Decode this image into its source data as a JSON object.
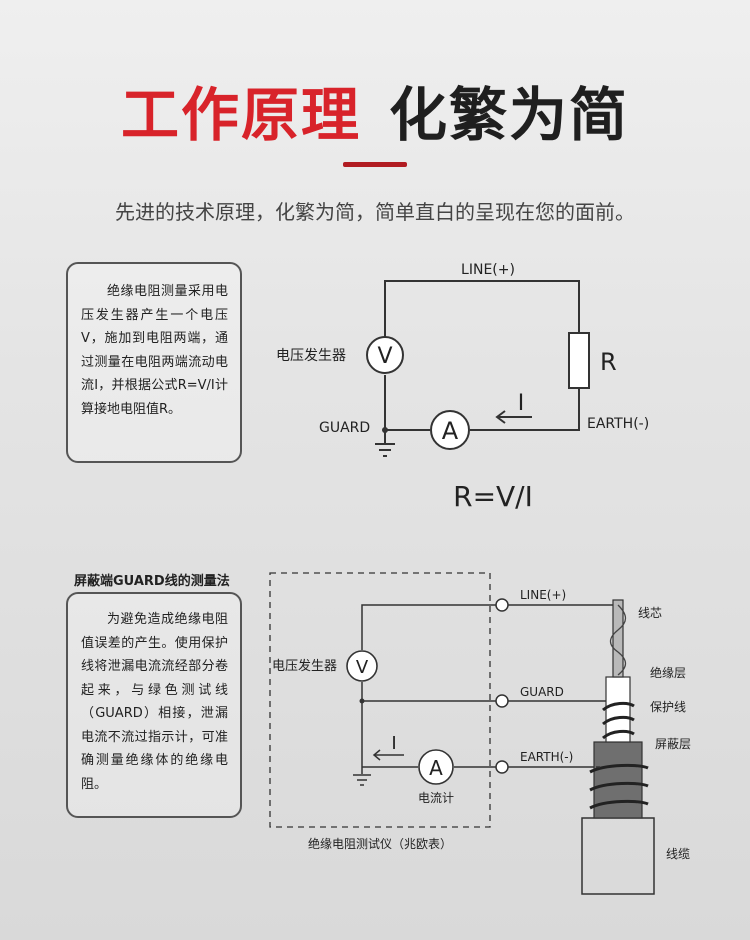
{
  "header": {
    "title_red": "工作原理",
    "title_dark": "化繁为简",
    "subtitle": "先进的技术原理，化繁为简，简单直白的呈现在您的面前。"
  },
  "principle": {
    "description": "绝缘电阻测量采用电压发生器产生一个电压V，施加到电阻两端，通过测量在电阻两端流动电流I，并根据公式R=V/I计算接地电阻值R。",
    "diagram": {
      "line_label": "LINE(+)",
      "earth_label": "EARTH(-)",
      "guard_label": "GUARD",
      "generator_label": "电压发生器",
      "voltmeter_symbol": "V",
      "ammeter_symbol": "A",
      "resistor_symbol": "R",
      "current_symbol": "I",
      "formula": "R=V/I"
    }
  },
  "guard_method": {
    "title": "屏蔽端GUARD线的测量法",
    "description": "为避免造成绝缘电阻值误差的产生。使用保护线将泄漏电流流经部分卷起来，与绿色测试线（GUARD）相接，泄漏电流不流过指示计，可准确测量绝缘体的绝缘电阻。",
    "diagram": {
      "line_label": "LINE(+)",
      "guard_label": "GUARD",
      "earth_label": "EARTH(-)",
      "generator_label": "电压发生器",
      "voltmeter_symbol": "V",
      "ammeter_symbol": "A",
      "current_symbol": "I",
      "ammeter_label": "电流计",
      "instrument_label": "绝缘电阻测试仪（兆欧表）",
      "core_label": "线芯",
      "insulation_label": "绝缘层",
      "guard_wire_label": "保护线",
      "shield_label": "屏蔽层",
      "cable_label": "线缆"
    }
  },
  "colors": {
    "accent_red": "#d8232a",
    "dark": "#1f1f1f"
  }
}
